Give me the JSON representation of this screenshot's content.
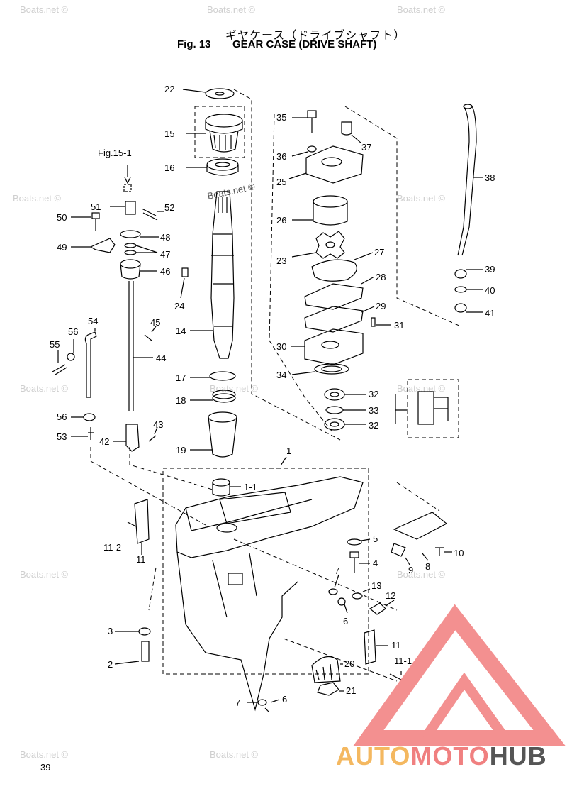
{
  "header": {
    "title_jp": "ギヤケース（ドライブシャフト）",
    "fig_label": "Fig. 13",
    "title_en": "GEAR CASE (DRIVE SHAFT)"
  },
  "watermark": "Boats.net ©",
  "page_number": "—39—",
  "logo": {
    "part1": "AUTO",
    "part2": "MOTO",
    "part3": "HUB"
  },
  "callouts": {
    "c22": "22",
    "c15": "15",
    "c16": "16",
    "fig151": "Fig.15-1",
    "c51": "51",
    "c52": "52",
    "c50": "50",
    "c48": "48",
    "c49": "49",
    "c47": "47",
    "c46": "46",
    "c24": "24",
    "c14": "14",
    "c45": "45",
    "c44": "44",
    "c54": "54",
    "c56a": "56",
    "c55": "55",
    "c17": "17",
    "c18": "18",
    "c56b": "56",
    "c53": "53",
    "c43": "43",
    "c42": "42",
    "c19": "19",
    "c35": "35",
    "c36": "36",
    "c37": "37",
    "c25": "25",
    "c38": "38",
    "c26": "26",
    "c27": "27",
    "c23": "23",
    "c28": "28",
    "c39": "39",
    "c40": "40",
    "c29": "29",
    "c41": "41",
    "c31": "31",
    "c30": "30",
    "c34": "34",
    "c32a": "32",
    "c33": "33",
    "c32b": "32",
    "c1": "1",
    "c11": "1-1",
    "c112": "11-2",
    "c11a": "11",
    "c5": "5",
    "c4": "4",
    "c10": "10",
    "c9": "9",
    "c8": "8",
    "c7a": "7",
    "c13": "13",
    "c12": "12",
    "c6a": "6",
    "c3": "3",
    "c2": "2",
    "c11b": "11",
    "c111": "11-1",
    "c20": "20",
    "c21": "21",
    "c7b": "7",
    "c6b": "6"
  }
}
